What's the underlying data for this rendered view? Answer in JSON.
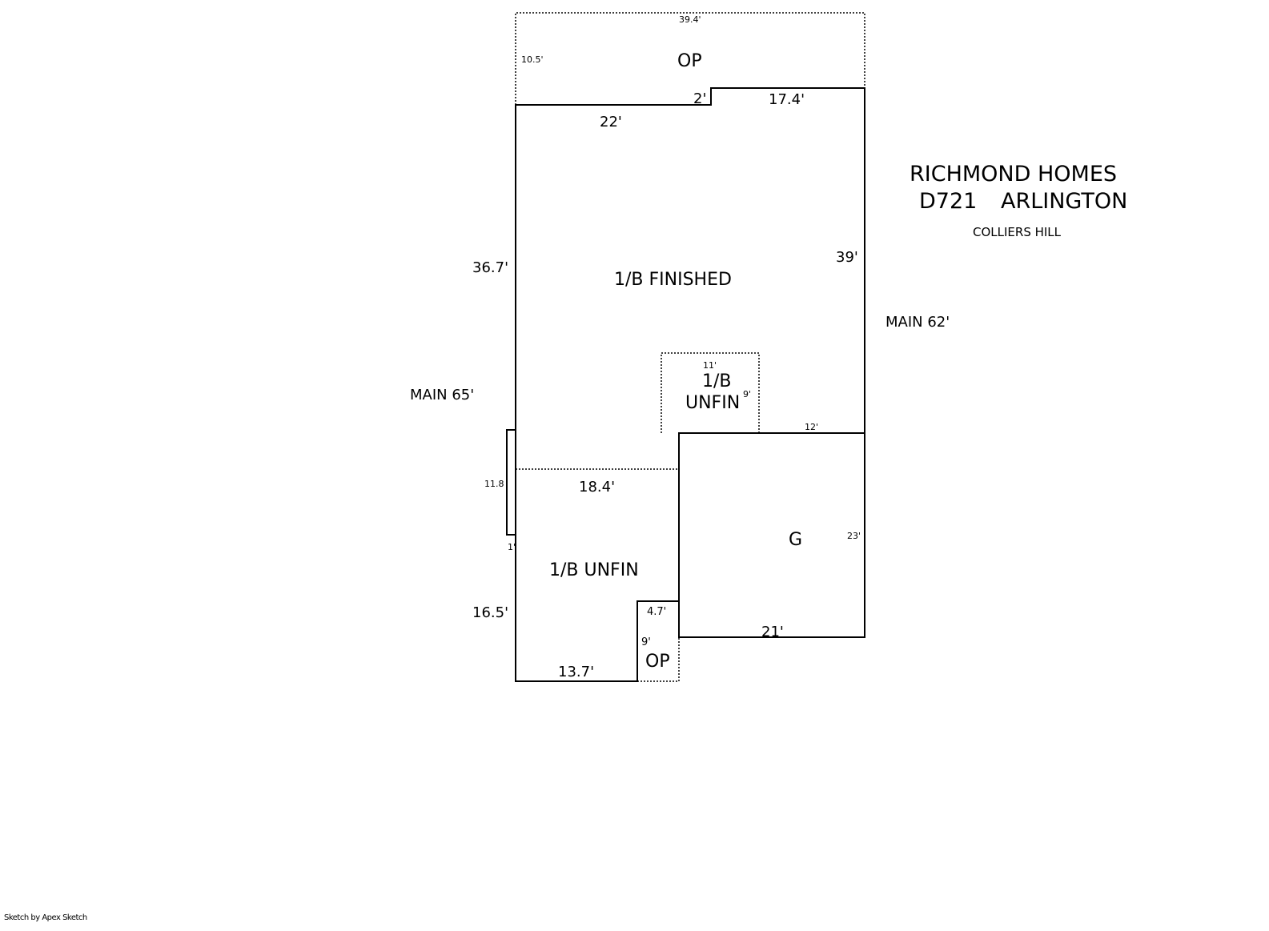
{
  "title": {
    "line1": "RICHMOND HOMES",
    "line2_a": "D721",
    "line2_b": "ARLINGTON",
    "subtitle": "COLLIERS HILL"
  },
  "areas": {
    "op_top": "OP",
    "finished": "1/B FINISHED",
    "unfin_small_1": "1/B",
    "unfin_small_2": "UNFIN",
    "unfin_main": "1/B UNFIN",
    "garage": "G",
    "op_bottom": "OP"
  },
  "labels": {
    "main_left": "MAIN 65'",
    "main_right": "MAIN 62'"
  },
  "dimensions": {
    "op_top_width": "39.4'",
    "op_top_depth": "10.5'",
    "step": "2'",
    "top_right": "17.4'",
    "top_left": "22'",
    "left_upper": "36.7'",
    "right_upper": "39'",
    "unfin_small_width": "11'",
    "unfin_small_depth": "9'",
    "garage_top": "12'",
    "bump_length": "11.8",
    "bump_depth": "1'",
    "unfin_width": "18.4'",
    "garage_depth": "23'",
    "left_lower": "16.5'",
    "op_bottom_width": "4.7'",
    "op_bottom_depth": "9'",
    "bottom_left": "13.7'",
    "garage_bottom": "21'"
  },
  "footer": "Sketch by Apex Sketch"
}
